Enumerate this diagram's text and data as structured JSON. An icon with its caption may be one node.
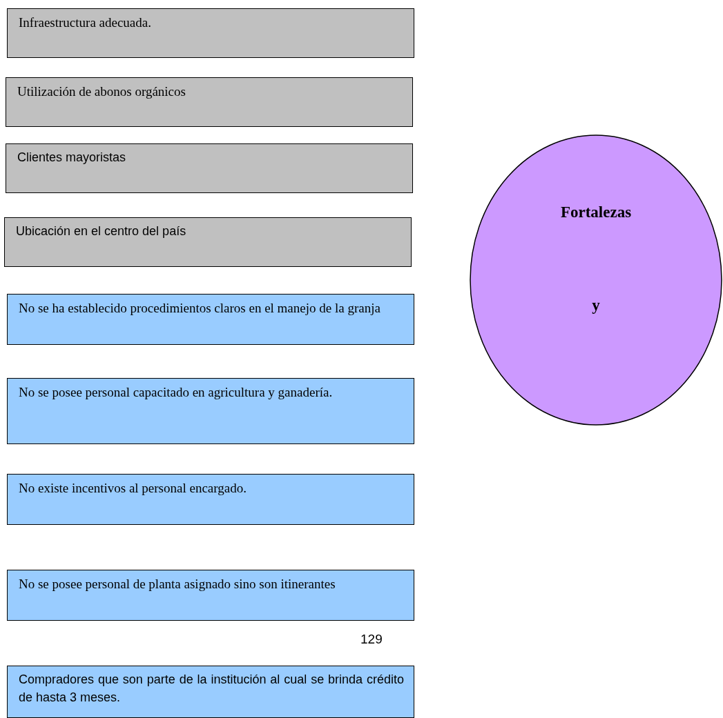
{
  "diagram": {
    "nodes": [
      {
        "text": [
          "Infraestructura adecuada."
        ]
      },
      {
        "text": [
          "Utilización de abonos orgánicos"
        ]
      },
      {
        "text": [
          "Clientes mayoristas"
        ]
      },
      {
        "text": [
          "Ubicación en el centro del país"
        ]
      },
      {
        "text": [
          "No se ha establecido procedimientos claros en el manejo de la granja"
        ]
      },
      {
        "text": [
          "No se posee personal capacitado en agricultura y ganadería."
        ]
      },
      {
        "text": [
          "No existe incentivos al personal encargado."
        ]
      },
      {
        "text": [
          "No se posee personal de planta asignado sino son itinerantes"
        ]
      },
      {
        "text": [
          "Compradores que son parte de la institución al cual se brinda crédito de hasta 3 meses."
        ]
      },
      {
        "text": [
          "Fortalezas",
          "y"
        ]
      }
    ],
    "labels": [
      "129"
    ]
  }
}
